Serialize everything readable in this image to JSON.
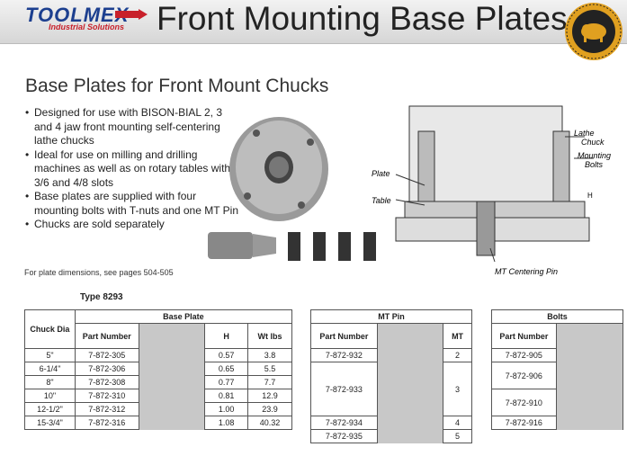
{
  "header": {
    "brand": "TOOLMEX",
    "brand_sub": "Industrial Solutions",
    "title": "Front Mounting Base Plates"
  },
  "section_title": "Base Plates for Front Mount Chucks",
  "bullets": [
    "Designed for use with BISON-BIAL 2, 3 and 4 jaw front mounting self-centering lathe chucks",
    "Ideal for use on milling and drilling machines as well as on rotary tables with 3/6 and 4/8 slots",
    "Base plates are supplied with four mounting bolts with T-nuts and one MT Pin",
    "Chucks are sold separately"
  ],
  "note": "For plate dimensions, see pages 504-505",
  "type_label": "Type 8293",
  "diagram_labels": {
    "lathe_chuck": "Lathe Chuck",
    "mounting_bolts": "Mounting Bolts",
    "plate": "Plate",
    "table": "Table",
    "h": "H",
    "mt_pin": "MT Centering Pin"
  },
  "base_plate_table": {
    "group_header": "Base Plate",
    "headers": [
      "Chuck Dia",
      "Part Number",
      "H",
      "Wt lbs"
    ],
    "rows": [
      [
        "5\"",
        "7-872-305",
        "0.57",
        "3.8"
      ],
      [
        "6-1/4\"",
        "7-872-306",
        "0.65",
        "5.5"
      ],
      [
        "8\"",
        "7-872-308",
        "0.77",
        "7.7"
      ],
      [
        "10\"",
        "7-872-310",
        "0.81",
        "12.9"
      ],
      [
        "12-1/2\"",
        "7-872-312",
        "1.00",
        "23.9"
      ],
      [
        "15-3/4\"",
        "7-872-316",
        "1.08",
        "40.32"
      ]
    ]
  },
  "mt_pin_table": {
    "group_header": "MT Pin",
    "headers": [
      "Part Number",
      "MT"
    ],
    "rows": [
      [
        "7-872-932",
        "2"
      ],
      [
        "7-872-933",
        "3"
      ],
      [
        "7-872-934",
        "4"
      ],
      [
        "7-872-935",
        "5"
      ]
    ]
  },
  "bolts_table": {
    "group_header": "Bolts",
    "headers": [
      "Part Number"
    ],
    "rows": [
      "7-872-905",
      "7-872-906",
      "7-872-910",
      "7-872-916"
    ]
  }
}
